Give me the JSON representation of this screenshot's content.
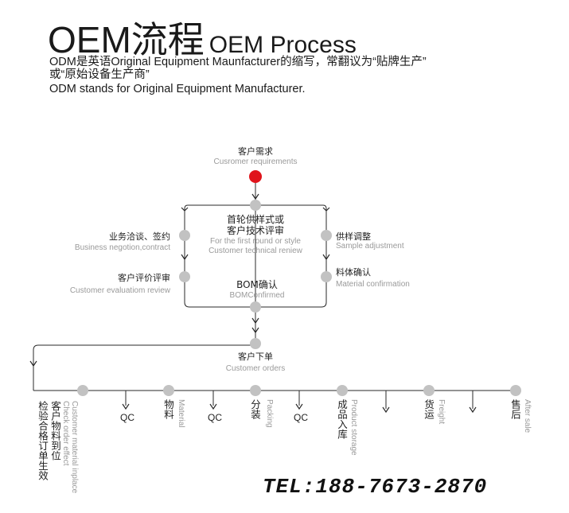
{
  "header": {
    "title_main": "OEM流程",
    "title_sub": "OEM Process",
    "line1": "ODM是英语Original Equipment Maunfacturer的缩写，常翻议为“贴牌生产”",
    "line2": "或“原始设备生产商”",
    "line3": "ODM stands for Original Equipment Manufacturer."
  },
  "flow": {
    "start_cn": "客户需求",
    "start_en": "Cusromer requirements",
    "first_cn_1": "首轮供样式或",
    "first_cn_2": "客户技术评审",
    "first_en_1": "For the first round or style",
    "first_en_2": "Customer technical reniew",
    "negotiation_cn": "业务洽谈、签约",
    "negotiation_en": "Business negotion,contract",
    "evaluation_cn": "客户评价评审",
    "evaluation_en": "Customer evaluatiom review",
    "sample_adj_cn": "供样调整",
    "sample_adj_en": "Sample adjustment",
    "material_conf_cn": "料体确认",
    "material_conf_en": "Material confirmation",
    "bom_cn": "BOM确认",
    "bom_en": "BOMConfirmed",
    "order_cn": "客户下单",
    "order_en": "Customer orders"
  },
  "bottom": {
    "check_cn": "检验合格订单生效",
    "check_en": "Check order effect",
    "material_place_cn": "客户物料到位",
    "material_place_en": "Customer material inplace",
    "qc_label": "QC",
    "material_cn": "物料",
    "material_en": "Material",
    "packing_cn": "分装",
    "packing_en": "Packing",
    "storage_cn": "成品入库",
    "storage_en": "Product storage",
    "freight_cn": "货运",
    "freight_en": "Freight",
    "aftersale_cn": "售后",
    "aftersale_en": "After sale"
  },
  "footer": {
    "tel": "TEL:188-7673-2870"
  },
  "colors": {
    "start_node": "#e0141b",
    "node": "#c2c2c2",
    "line": "#2a2a2a",
    "accent_text": "#9a9a9a"
  }
}
